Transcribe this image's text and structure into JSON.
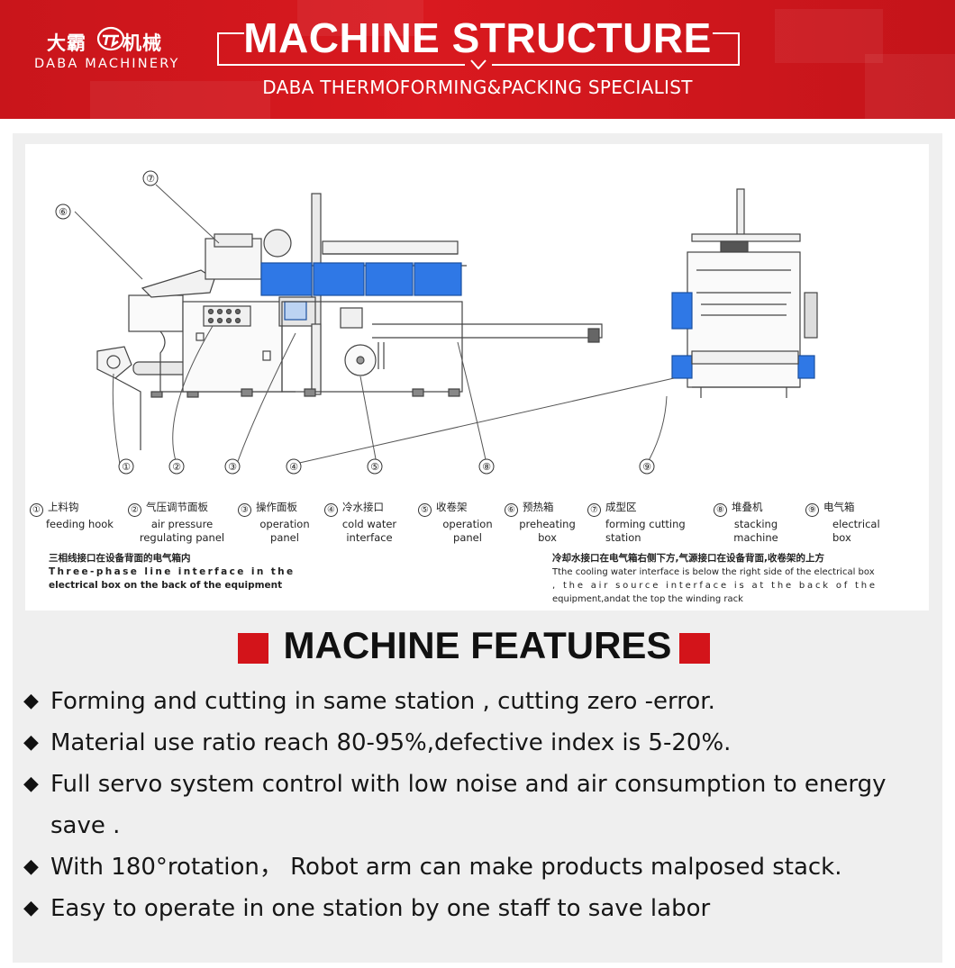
{
  "header": {
    "logo_cn_left": "大霸",
    "logo_cn_right": "机械",
    "logo_en": "DABA MACHINERY",
    "title": "MACHINE STRUCTURE",
    "subtitle": "DABA THERMOFORMING&PACKING SPECIALIST"
  },
  "colors": {
    "brand_red": "#d3141a",
    "panel_gray": "#efefef",
    "accent_blue": "#1e6fd9"
  },
  "diagram": {
    "callouts_top": [
      "⑥",
      "⑦"
    ],
    "callouts_bottom": [
      "①",
      "②",
      "③",
      "④",
      "⑤",
      "⑧",
      "⑨"
    ],
    "legend": [
      {
        "num": "①",
        "cn": "上料钩",
        "en": "feeding hook"
      },
      {
        "num": "②",
        "cn": "气压调节面板",
        "en": "air pressure regulating panel"
      },
      {
        "num": "③",
        "cn": "操作面板",
        "en": "operation panel"
      },
      {
        "num": "④",
        "cn": "冷水接口",
        "en": "cold water interface"
      },
      {
        "num": "⑤",
        "cn": "收卷架",
        "en": "operation panel"
      },
      {
        "num": "⑥",
        "cn": "预热箱",
        "en": "preheating box"
      },
      {
        "num": "⑦",
        "cn": "成型区",
        "en": "forming cutting station"
      },
      {
        "num": "⑧",
        "cn": "堆叠机",
        "en": "stacking machine"
      },
      {
        "num": "⑨",
        "cn": "电气箱",
        "en": "electrical box"
      }
    ],
    "note_left_cn": "三相线接口在设备背面的电气箱内",
    "note_left_en_1": "Three-phase line interface in the",
    "note_left_en_2": "electrical box on the back of the equipment",
    "note_right_cn": "冷却水接口在电气箱右侧下方,气源接口在设备背面,收卷架的上方",
    "note_right_en_1": "Tthe cooling water interface is below the right side of the electrical box",
    "note_right_en_2": ", the air source interface is at the back of the",
    "note_right_en_3": "equipment,andat the top the winding rack"
  },
  "features": {
    "title": "MACHINE FEATURES",
    "items": [
      {
        "bullet": "◆",
        "text": "Forming and cutting in same station , cutting zero -error."
      },
      {
        "bullet": "◆",
        "text": "Material use ratio reach 80-95%,defective index is 5-20%."
      },
      {
        "bullet": "◆",
        "text": "Full servo system control with low noise and air consumption to energy save ."
      },
      {
        "bullet": "◆",
        "text": "With 180°rotation， Robot arm can make products malposed stack."
      },
      {
        "bullet": "◆",
        "text": "Easy to operate in one station by one staff to save labor"
      }
    ]
  }
}
